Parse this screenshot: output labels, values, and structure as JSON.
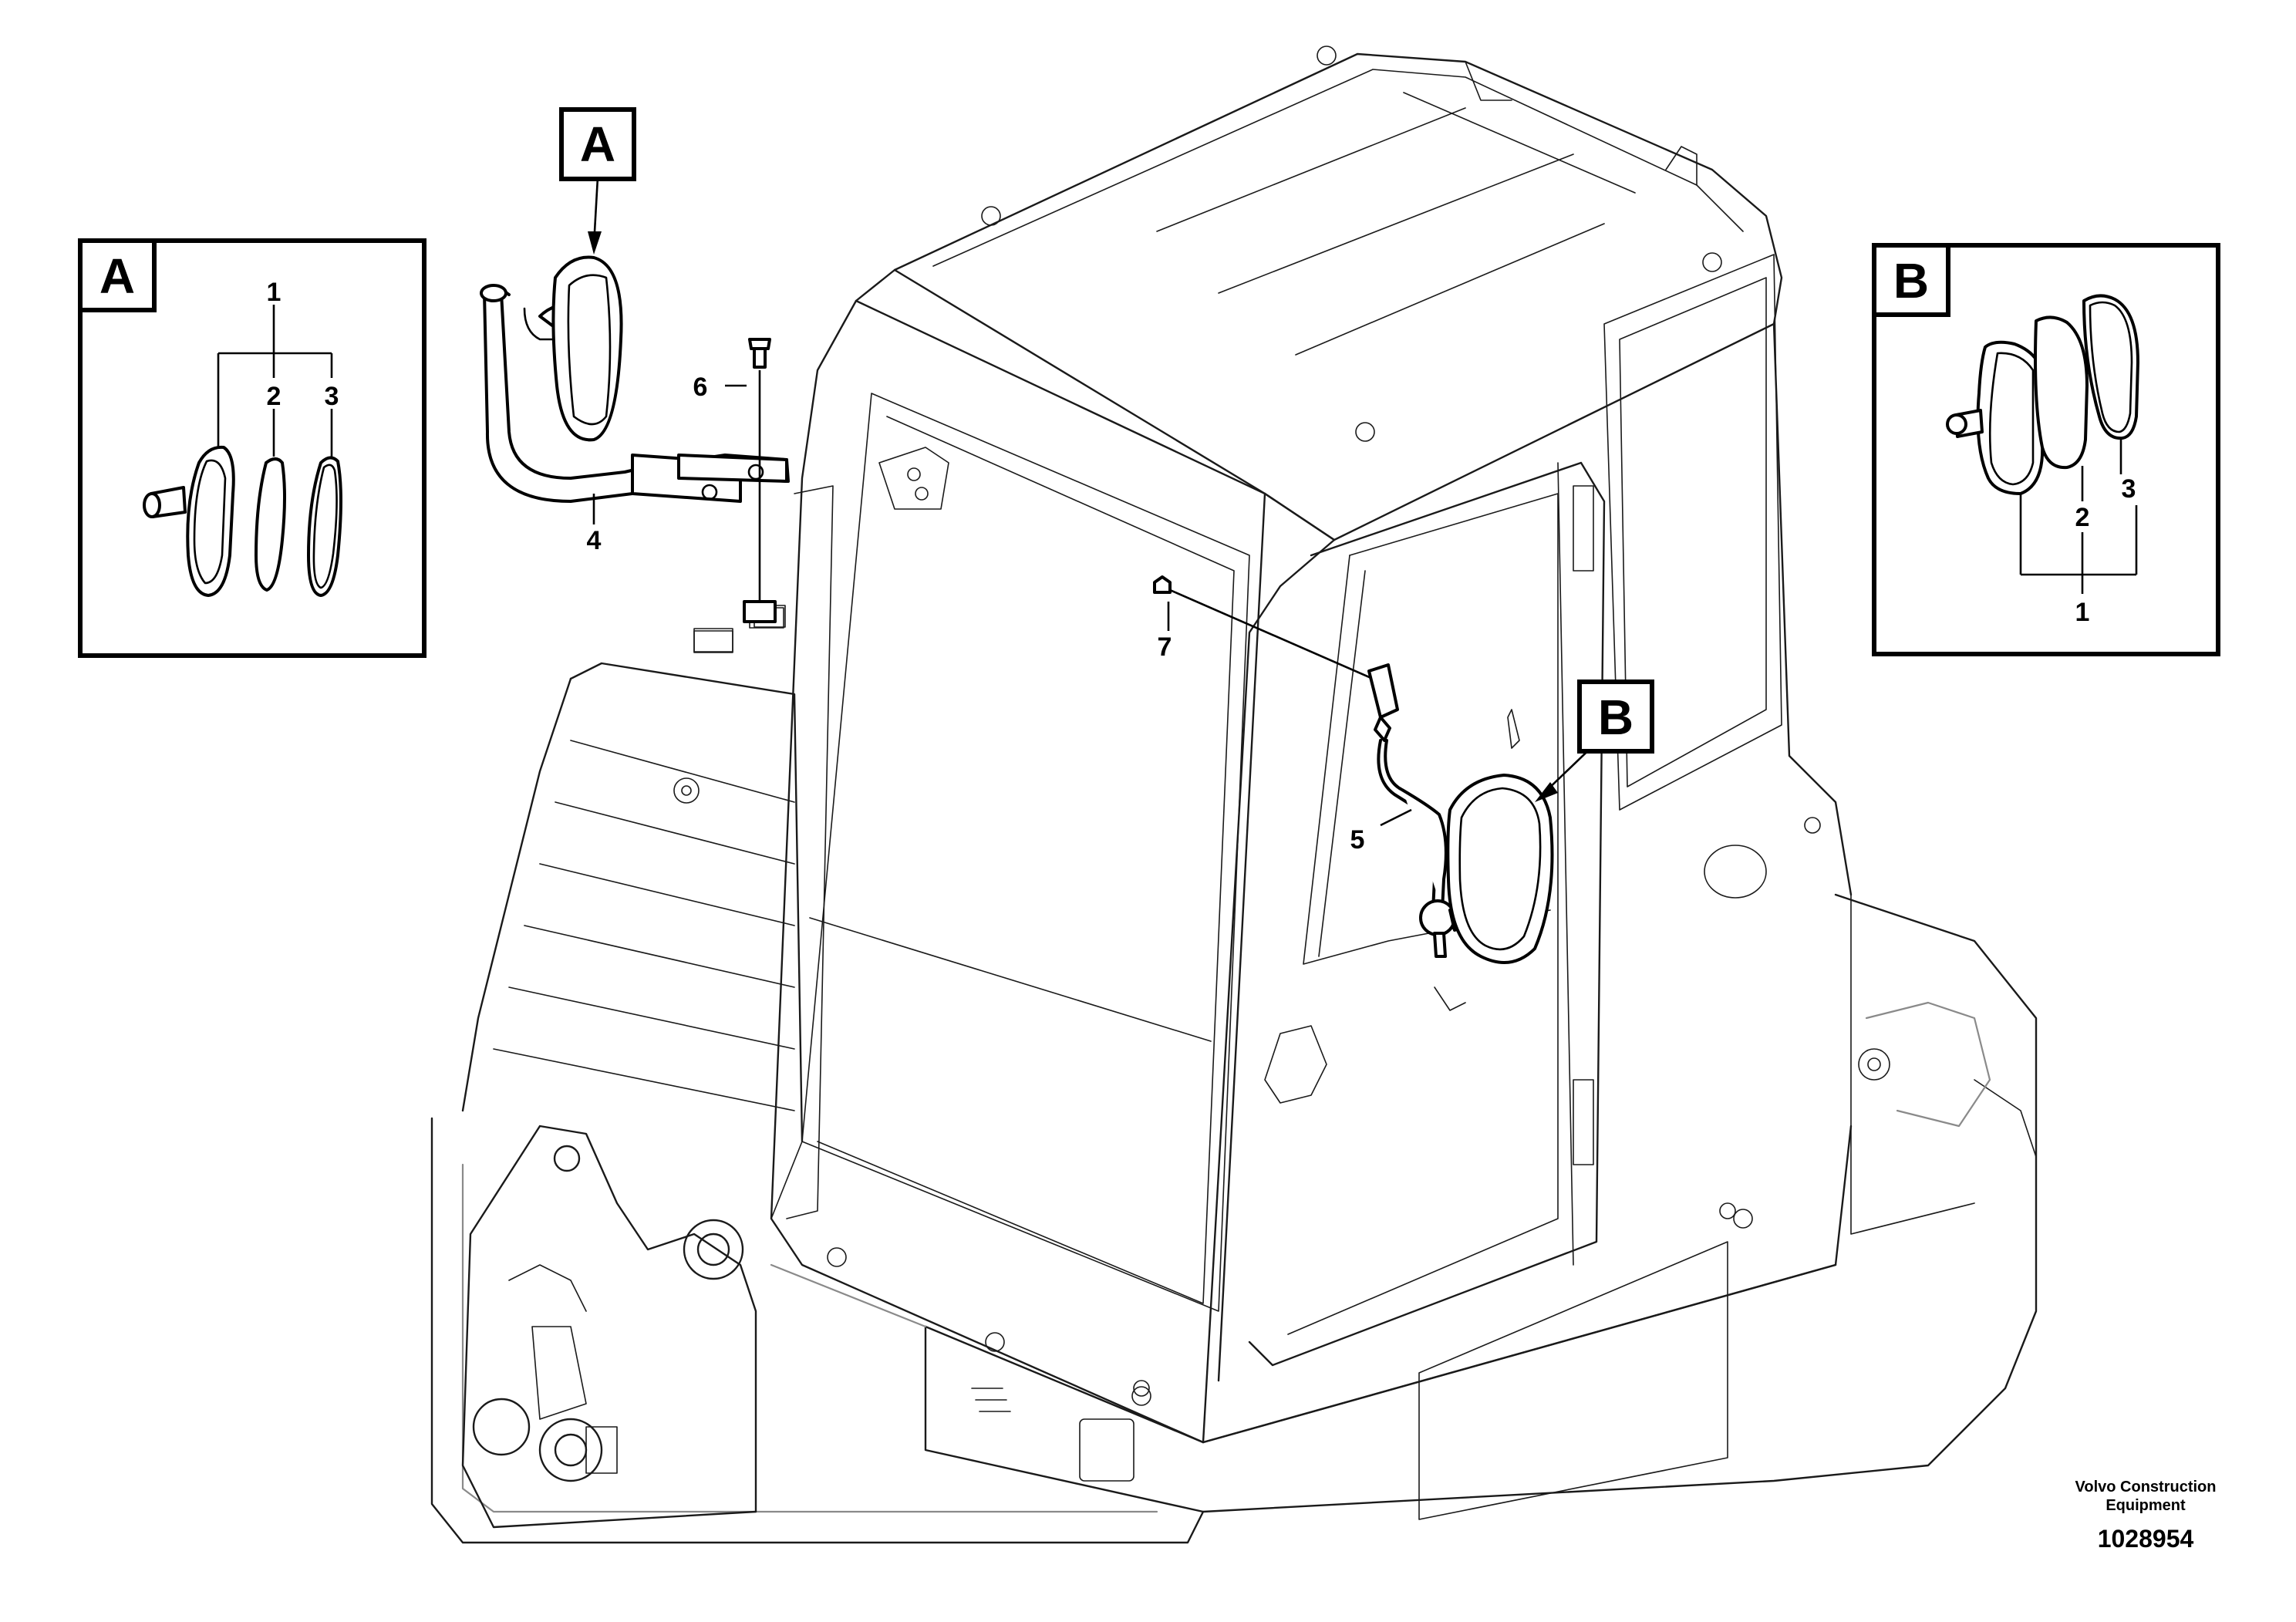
{
  "detail_a": {
    "tag": "A",
    "callouts": {
      "one": "1",
      "two": "2",
      "three": "3"
    }
  },
  "detail_b": {
    "tag": "B",
    "callouts": {
      "one": "1",
      "two": "2",
      "three": "3"
    }
  },
  "main_view": {
    "tag_a": "A",
    "tag_b": "B",
    "callouts": {
      "four": "4",
      "five": "5",
      "six": "6",
      "seven": "7"
    }
  },
  "footer": {
    "company_line1": "Volvo Construction",
    "company_line2": "Equipment",
    "drawing_number": "1028954"
  }
}
